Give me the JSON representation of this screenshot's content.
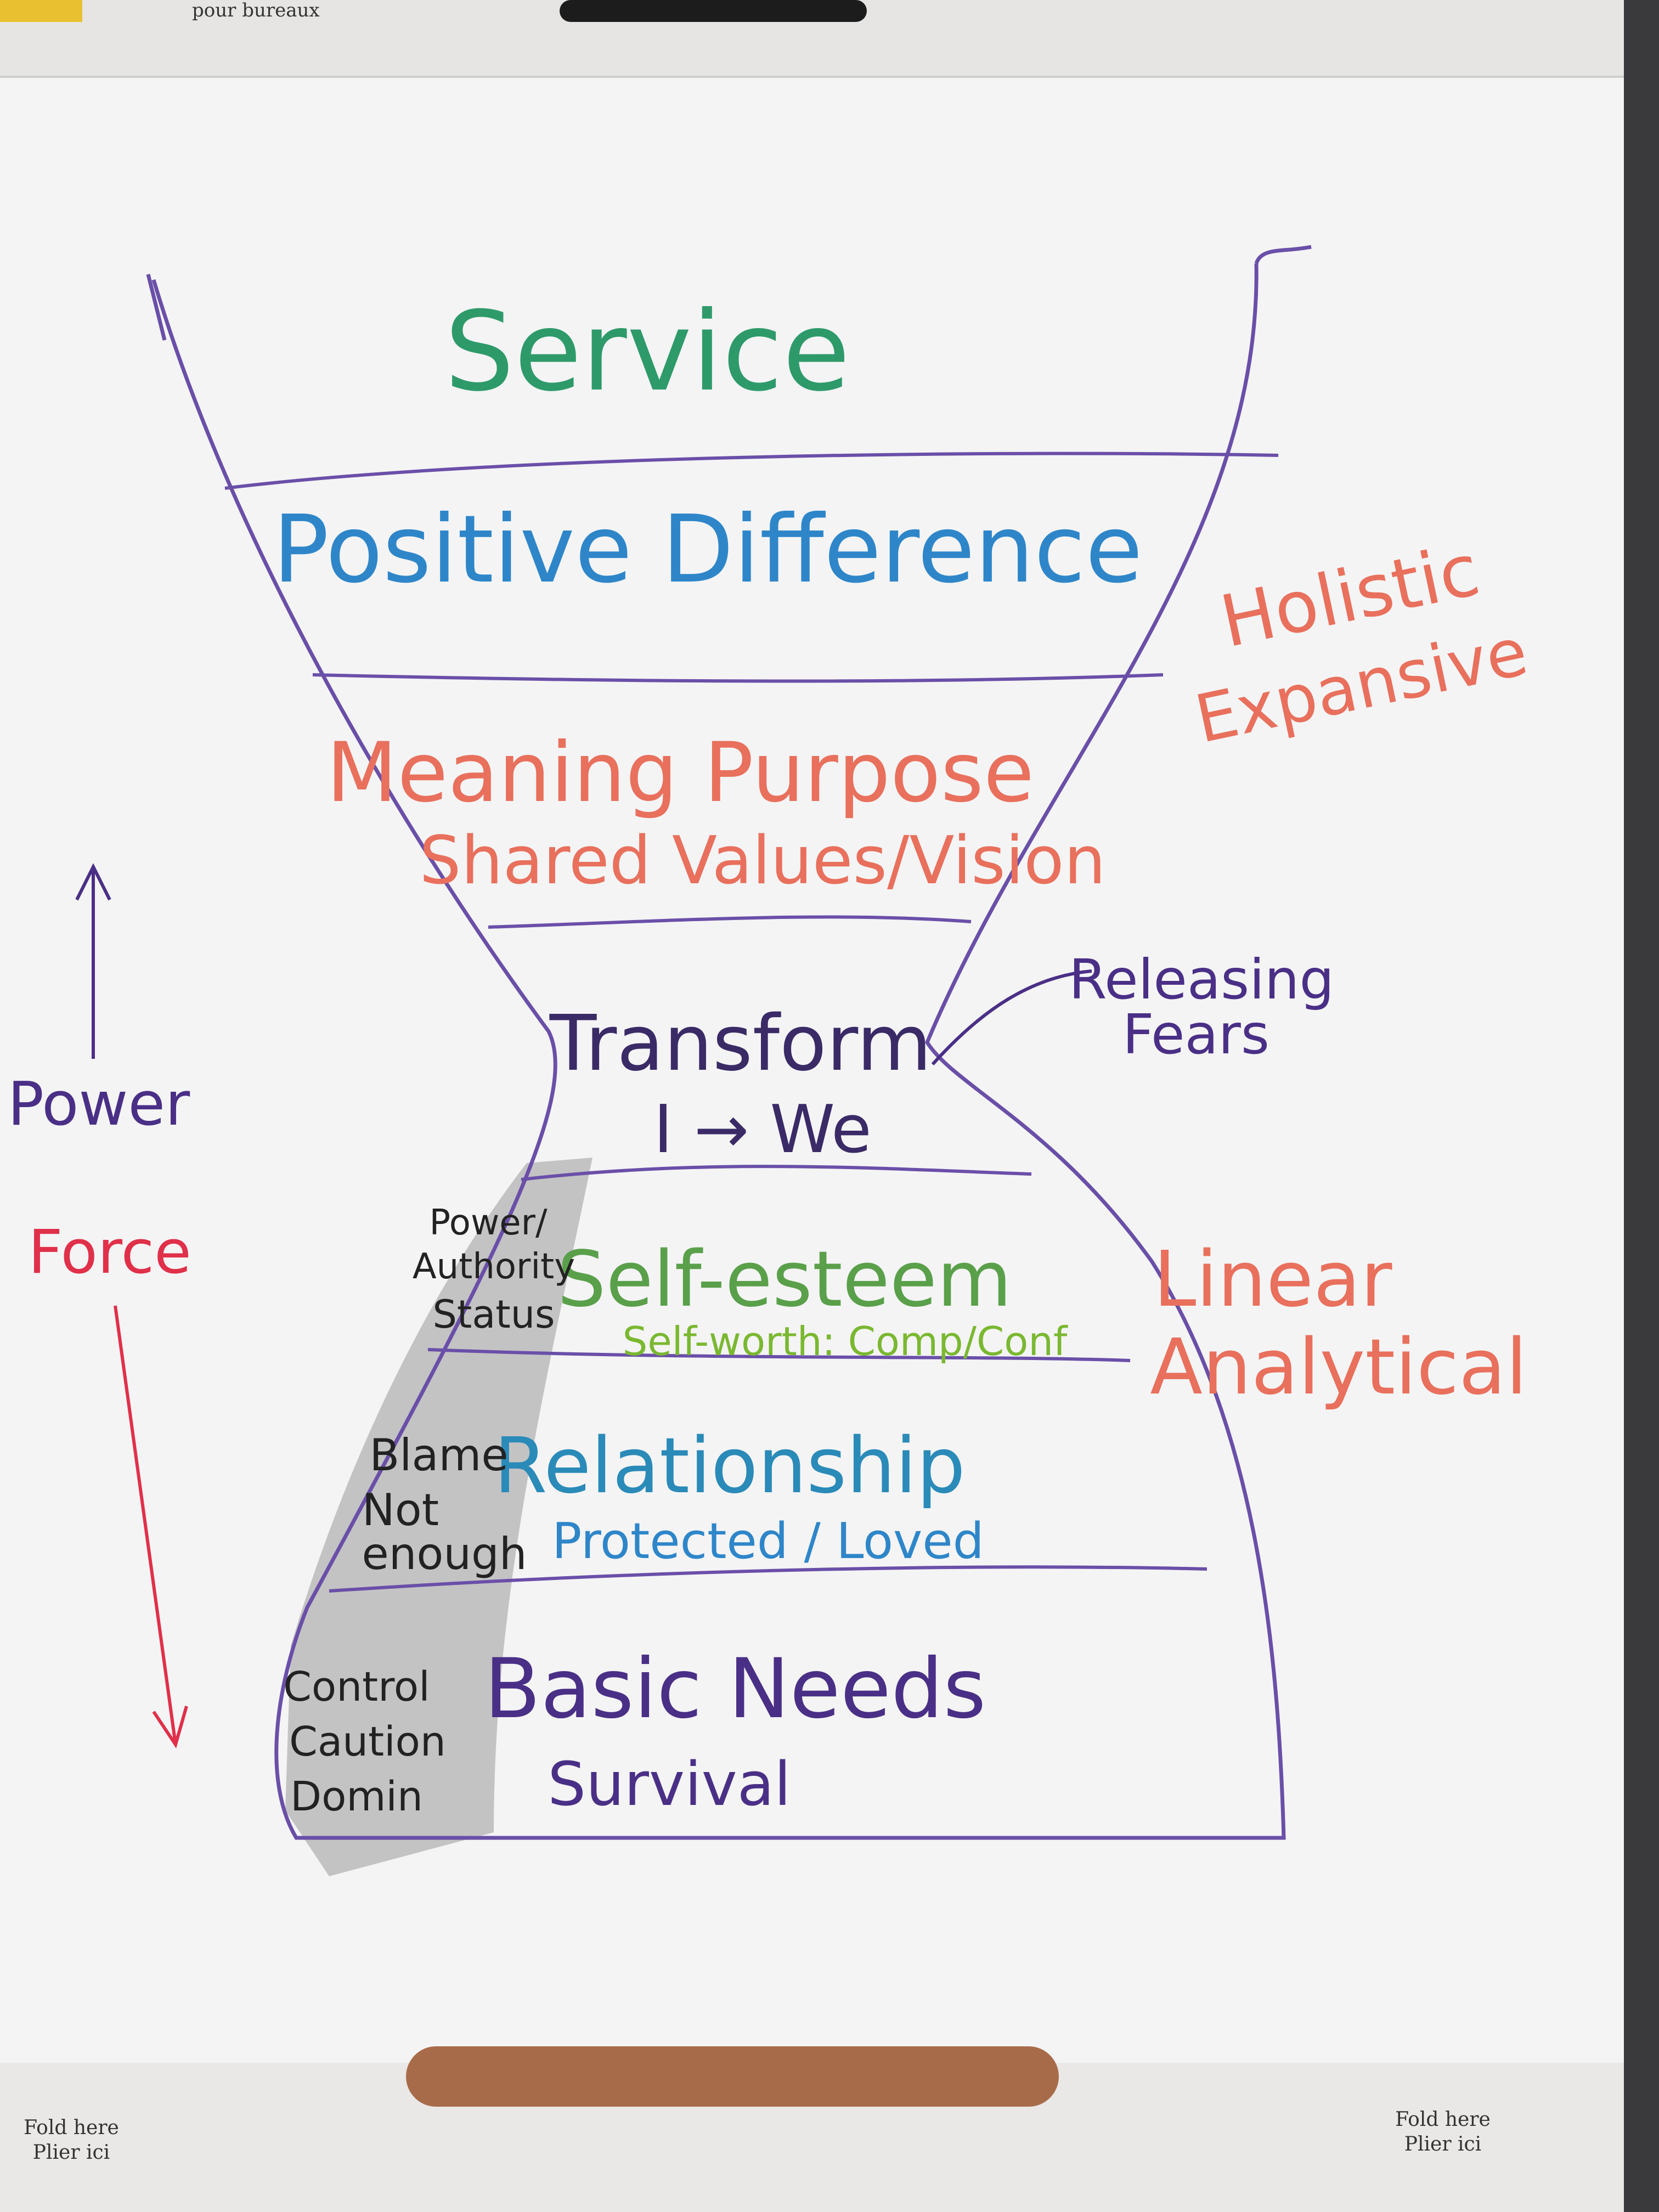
{
  "board": {
    "top_label": "pour bureaux",
    "fold_left_1": "Fold here",
    "fold_left_2": "Plier ici",
    "fold_right_1": "Fold here",
    "fold_right_2": "Plier ici"
  },
  "diagram": {
    "levels": {
      "service": "Service",
      "positive_difference": "Positive Difference",
      "meaning_1": "Meaning Purpose",
      "meaning_2": "Shared Values/Vision",
      "transform_1": "Transform",
      "transform_2": "I → We",
      "self_esteem_1": "Self-esteem",
      "self_esteem_2": "Self-worth: Comp/Conf",
      "relationship_1": "Relationship",
      "relationship_2": "Protected / Loved",
      "basic_needs_1": "Basic Needs",
      "basic_needs_2": "Survival"
    },
    "shadow_notes": {
      "self_esteem_1": "Power/",
      "self_esteem_2": "Authority",
      "self_esteem_3": "Status",
      "relationship_1": "Blame",
      "relationship_2": "Not",
      "relationship_3": "enough",
      "basic_1": "Control",
      "basic_2": "Caution",
      "basic_3": "Domin"
    },
    "side_labels": {
      "holistic": "Holistic",
      "expansive": "Expansive",
      "releasing": "Releasing",
      "fears": "Fears",
      "linear": "Linear",
      "analytical": "Analytical",
      "power": "Power",
      "force": "Force"
    },
    "colors": {
      "outline": "#6a4fa8",
      "service": "#2e9a6a",
      "blue": "#2e86c9",
      "salmon": "#e8705c",
      "purple": "#4a2f86",
      "green": "#7ab830",
      "red": "#e0304a",
      "black": "#222222"
    }
  }
}
